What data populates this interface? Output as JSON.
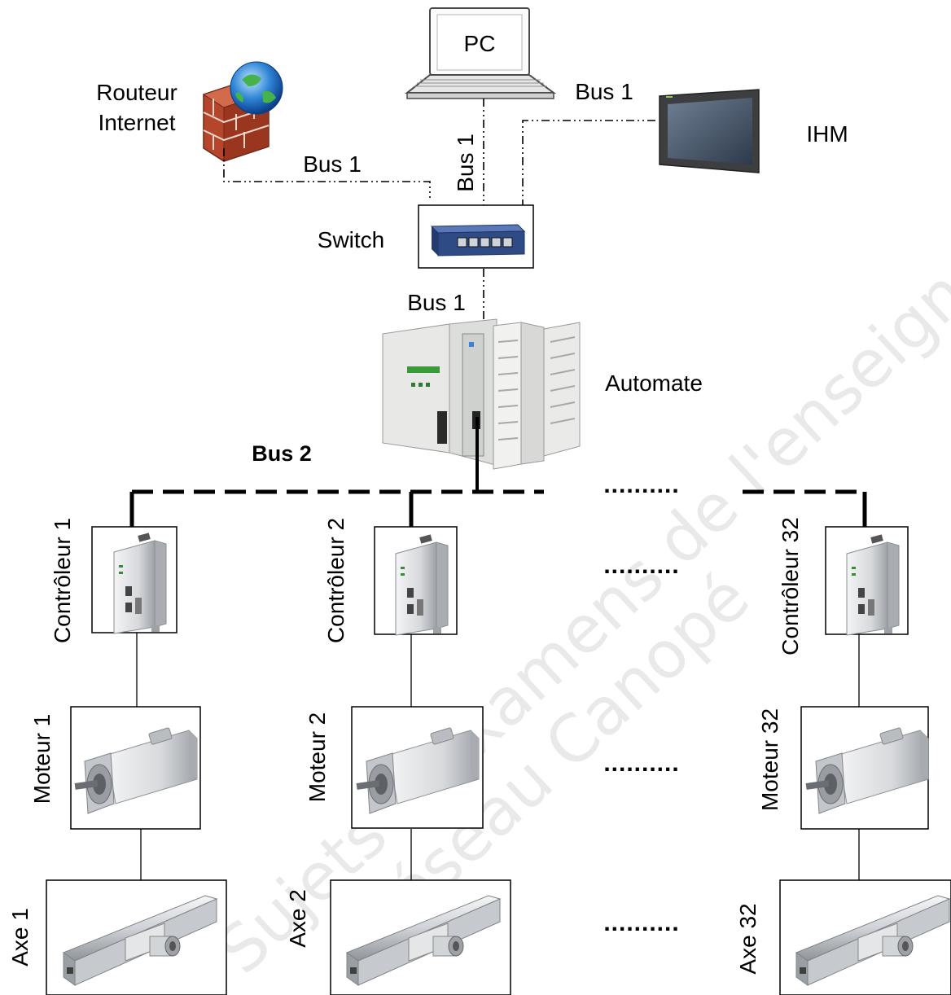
{
  "watermark": {
    "line1": "Sujets d'Examens de l'enseignement professionnel",
    "line2": "Réseau Canopé"
  },
  "top": {
    "pc_label": "PC",
    "router_label_line1": "Routeur",
    "router_label_line2": "Internet",
    "ihm_label": "IHM",
    "switch_label": "Switch",
    "automate_label": "Automate",
    "bus1_router": "Bus 1",
    "bus1_pc": "Bus 1",
    "bus1_ihm": "Bus 1",
    "bus1_plc": "Bus 1",
    "bus2_label": "Bus 2"
  },
  "columns": [
    {
      "controller": "Contrôleur 1",
      "motor": "Moteur 1",
      "axis": "Axe 1"
    },
    {
      "controller": "Contrôleur 2",
      "motor": "Moteur 2",
      "axis": "Axe 2"
    },
    {
      "controller": "Contrôleur 32",
      "motor": "Moteur 32",
      "axis": "Axe 32"
    }
  ],
  "ellipsis": "..........",
  "colors": {
    "line": "#000000",
    "device_metal": "#d4d6d8",
    "switch_blue": "#2f4b86",
    "ihm_frame": "#3c3e40"
  }
}
